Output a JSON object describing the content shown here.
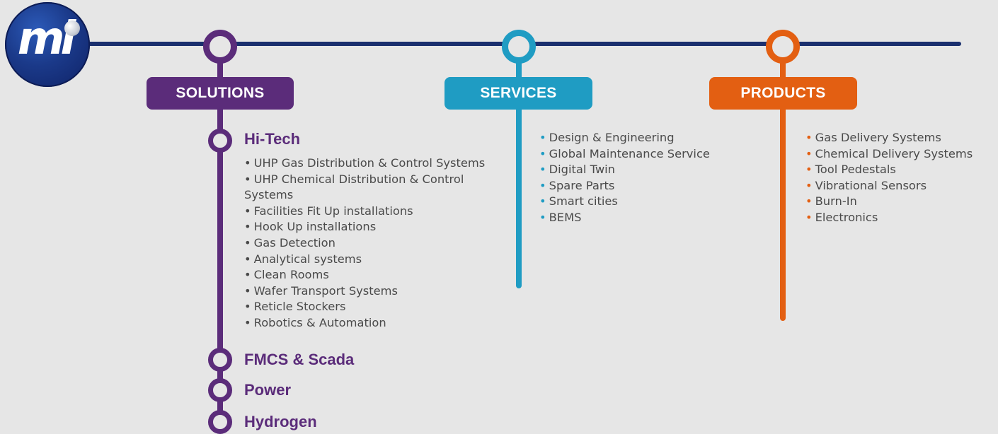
{
  "logo": {
    "text": "mi"
  },
  "colors": {
    "timeline": "#1a2f6e",
    "solutions": "#5b2c7a",
    "services": "#1f9cc3",
    "products": "#e35f12",
    "text": "#4a4a4a"
  },
  "categories": {
    "solutions": "SOLUTIONS",
    "services": "SERVICES",
    "products": "PRODUCTS"
  },
  "solutions": {
    "groups": [
      {
        "title": "Hi-Tech"
      },
      {
        "title": "FMCS & Scada"
      },
      {
        "title": "Power"
      },
      {
        "title": "Hydrogen"
      }
    ],
    "hitech_items": [
      "UHP Gas Distribution & Control Systems",
      "UHP Chemical Distribution & Control Systems",
      "Facilities Fit Up installations",
      "Hook Up installations",
      "Gas Detection",
      "Analytical systems",
      "Clean Rooms",
      "Wafer Transport Systems",
      "Reticle Stockers",
      "Robotics & Automation"
    ]
  },
  "services": {
    "items": [
      "Design & Engineering",
      "Global Maintenance Service",
      "Digital Twin",
      "Spare Parts",
      "Smart cities",
      "BEMS"
    ]
  },
  "products": {
    "items": [
      "Gas Delivery Systems",
      "Chemical Delivery Systems",
      "Tool Pedestals",
      "Vibrational Sensors",
      "Burn-In",
      "Electronics"
    ]
  },
  "bullet": "•"
}
